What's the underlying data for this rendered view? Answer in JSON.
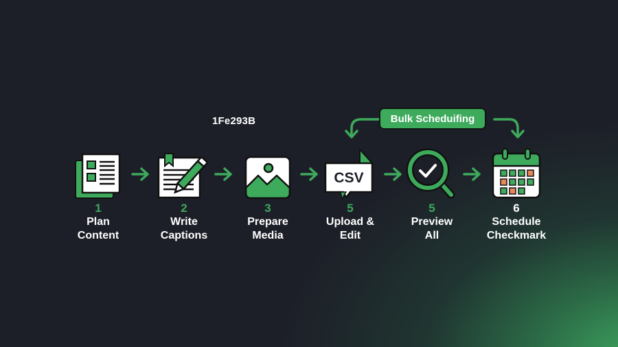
{
  "header": {
    "code_label": "1Fe293B",
    "bulk_label": "Bulk Scheduifing"
  },
  "colors": {
    "background": "#1d1f28",
    "accent_green": "#3daa5c",
    "accent_orange": "#e8875a",
    "icon_fill": "#ffffff",
    "icon_outline": "#111111"
  },
  "steps": [
    {
      "number": "1",
      "line1": "Plan",
      "line2": "Content",
      "icon": "checklist-document-icon"
    },
    {
      "number": "2",
      "line1": "Write",
      "line2": "Captions",
      "icon": "document-pencil-icon"
    },
    {
      "number": "3",
      "line1": "Prepare",
      "line2": "Media",
      "icon": "image-icon"
    },
    {
      "number": "5",
      "line1": "Upload &",
      "line2": "Edit",
      "icon": "csv-file-icon",
      "icon_text": "CSV"
    },
    {
      "number": "5",
      "line1": "Preview",
      "line2": "All",
      "icon": "magnifier-check-icon"
    },
    {
      "number": "6",
      "line1": "Schedule",
      "line2": "Checkmark",
      "icon": "calendar-icon"
    }
  ],
  "calendar_cells": [
    [
      "green",
      "green",
      "green",
      "orange"
    ],
    [
      "orange",
      "green",
      "green",
      "green"
    ],
    [
      "green",
      "orange",
      "green"
    ]
  ]
}
